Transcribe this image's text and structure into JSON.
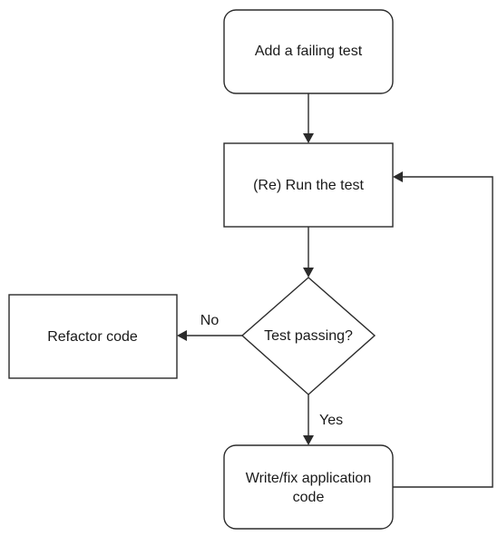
{
  "nodes": {
    "add_failing_test": {
      "label": "Add a failing test",
      "shape": "rounded-rectangle"
    },
    "run_test": {
      "label": "(Re) Run the test",
      "shape": "rectangle"
    },
    "test_passing": {
      "label": "Test passing?",
      "shape": "diamond"
    },
    "refactor_code": {
      "label": "Refactor code",
      "shape": "rectangle"
    },
    "write_fix_code": {
      "label_line1": "Write/fix application",
      "label_line2": "code",
      "shape": "rounded-rectangle"
    }
  },
  "edges": {
    "no_label": "No",
    "yes_label": "Yes"
  },
  "colors": {
    "stroke": "#2b2b2b",
    "background": "#ffffff",
    "text": "#1a1a1a"
  }
}
